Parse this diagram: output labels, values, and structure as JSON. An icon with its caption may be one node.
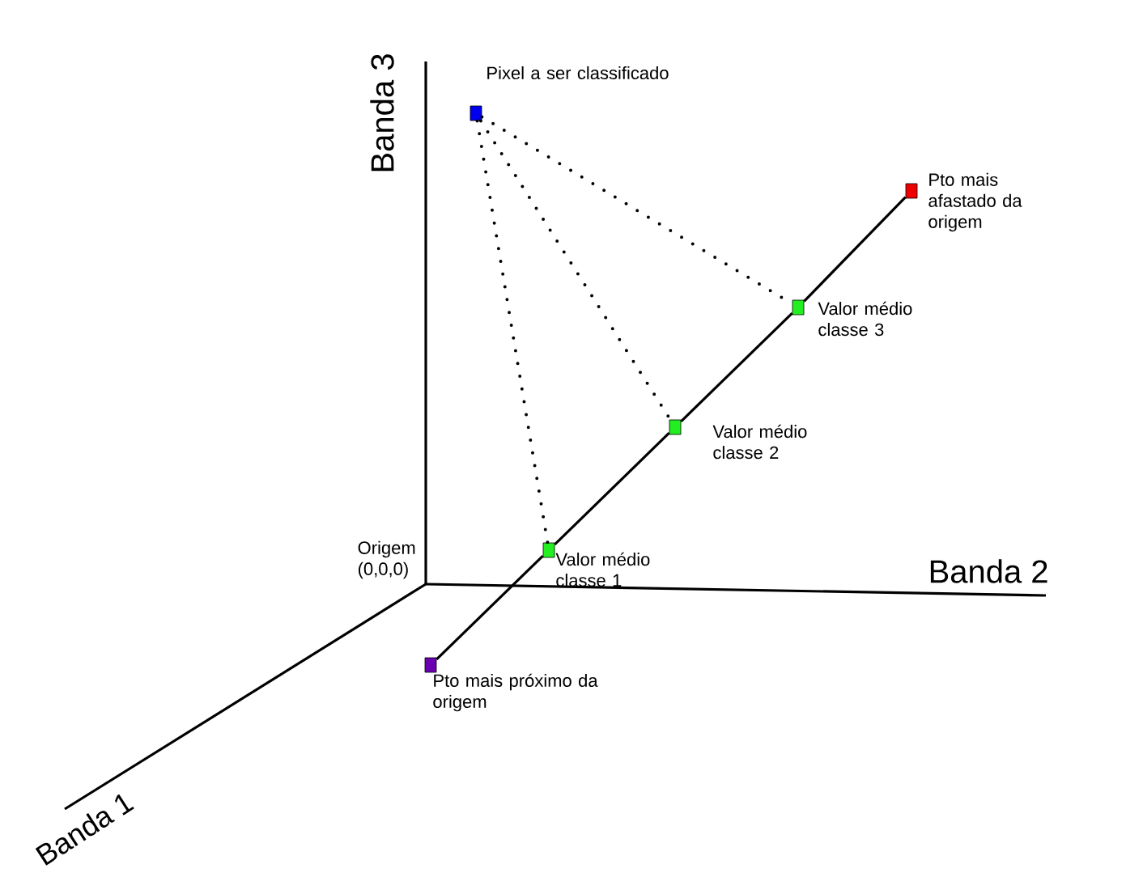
{
  "diagram": {
    "nodes": [
      {
        "text": [],
        "shape": "box",
        "beside": [
          "Pixel a ser classificado"
        ]
      },
      {
        "text": [],
        "shape": "box",
        "beside": [
          "Pto mais afastado da origem"
        ]
      },
      {
        "text": [],
        "shape": "box",
        "beside": [
          "Valor médio classe 3"
        ]
      },
      {
        "text": [],
        "shape": "box",
        "beside": [
          "Valor médio classe 2"
        ]
      },
      {
        "text": [],
        "shape": "box",
        "beside": [
          "Valor médio classe 1"
        ]
      },
      {
        "text": [],
        "shape": "box",
        "beside": [
          "Pto mais próximo da origem"
        ]
      }
    ],
    "edges": [
      {
        "from": 0,
        "to": 2,
        "arrow": "none",
        "style": "dashed"
      },
      {
        "from": 0,
        "to": 3,
        "arrow": "none",
        "style": "dashed"
      },
      {
        "from": 0,
        "to": 4,
        "arrow": "none",
        "style": "dashed"
      },
      {
        "from": 5,
        "to": 4,
        "arrow": "none"
      },
      {
        "from": 4,
        "to": 3,
        "arrow": "none"
      },
      {
        "from": 3,
        "to": 2,
        "arrow": "none"
      },
      {
        "from": 2,
        "to": 1,
        "arrow": "none"
      }
    ],
    "labels": [
      "Banda 3",
      "Origem (0,0,0)",
      "Banda 2",
      "Banda 1"
    ]
  }
}
